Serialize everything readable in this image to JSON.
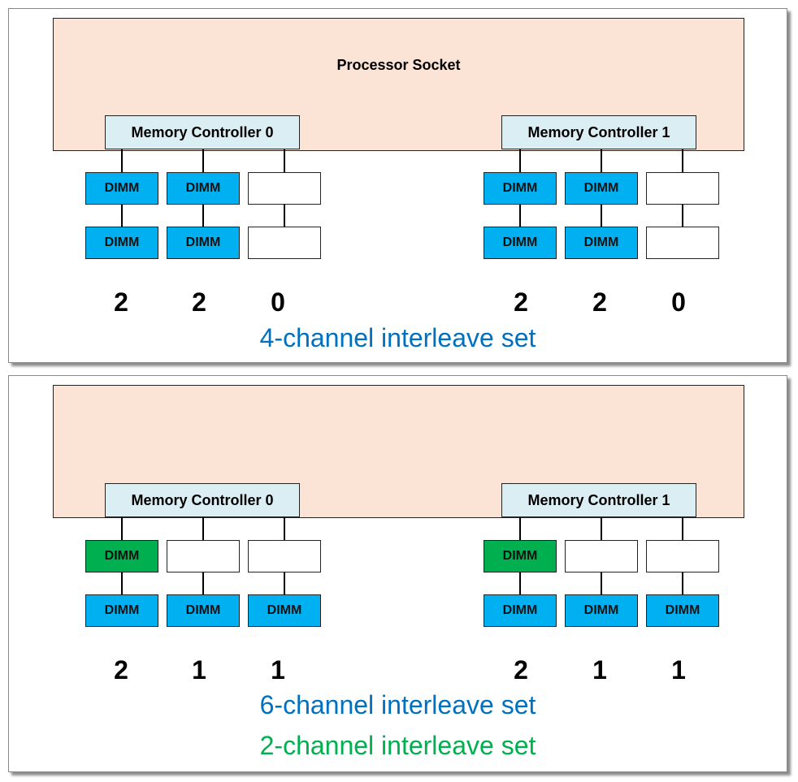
{
  "panels": [
    {
      "socket_label": "Processor Socket",
      "controllers": [
        "Memory Controller 0",
        "Memory Controller 1"
      ],
      "slots": [
        [
          "DIMM",
          "DIMM",
          ""
        ],
        [
          "DIMM",
          "DIMM",
          ""
        ],
        [
          "DIMM",
          "DIMM",
          ""
        ],
        [
          "DIMM",
          "DIMM",
          ""
        ]
      ],
      "counts": [
        "2",
        "2",
        "0",
        "2",
        "2",
        "0"
      ],
      "captions": [
        "4-channel interleave set"
      ]
    },
    {
      "socket_label": "",
      "controllers": [
        "Memory Controller 0",
        "Memory Controller 1"
      ],
      "slots": [
        [
          "DIMM",
          "DIMM",
          "DIMM"
        ],
        [
          "DIMM",
          "",
          "",
          "DIMM"
        ],
        [
          "DIMM",
          "DIMM",
          "DIMM"
        ]
      ],
      "counts": [
        "2",
        "1",
        "1",
        "2",
        "1",
        "1"
      ],
      "captions": [
        "6-channel interleave set",
        "2-channel interleave set"
      ]
    }
  ],
  "colors": {
    "socket_fill": "#fbe3d6",
    "controller_fill": "#dbeef4",
    "dimm_blue": "#00b0f0",
    "dimm_green": "#00b050",
    "caption_blue": "#0070c0",
    "caption_green": "#00b050"
  }
}
